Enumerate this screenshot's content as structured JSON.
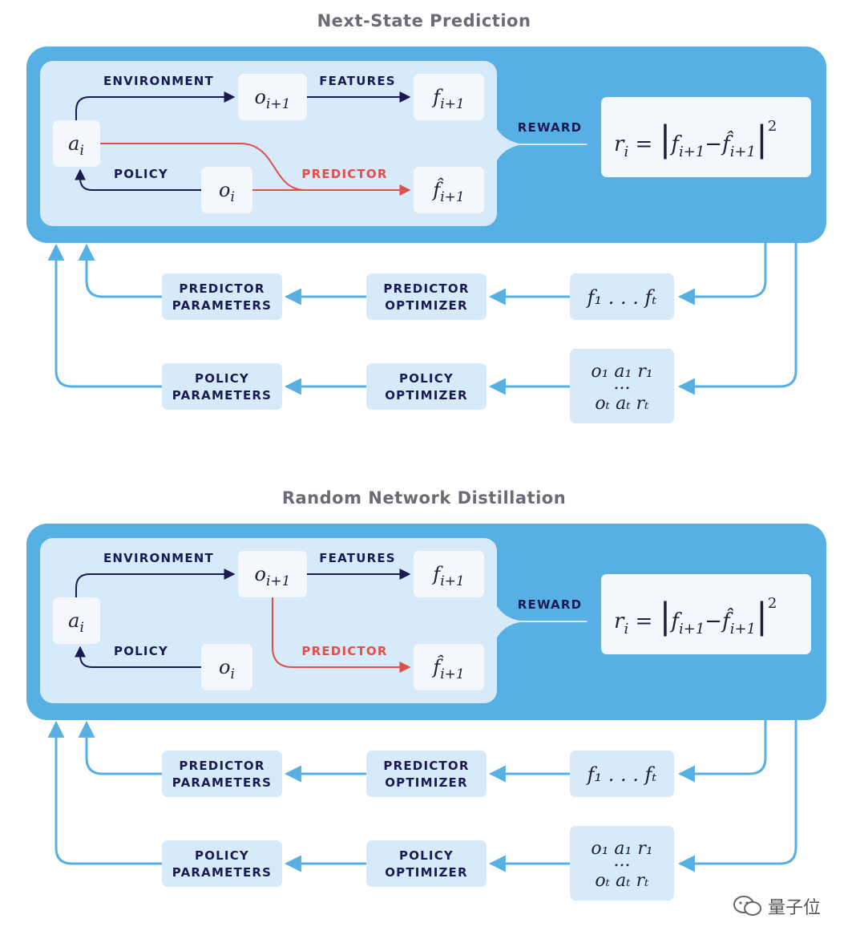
{
  "diagrams": [
    {
      "title": "Next-State Prediction",
      "labels": {
        "environment": "ENVIRONMENT",
        "features": "FEATURES",
        "policy": "POLICY",
        "predictor": "PREDICTOR",
        "reward": "REWARD"
      },
      "nodes": {
        "a": "a",
        "a_sub": "i",
        "o_next": "o",
        "o_next_sub": "i+1",
        "f_next": "f",
        "f_next_sub": "i+1",
        "o": "o",
        "o_sub": "i",
        "fhat": "f̂",
        "fhat_sub": "i+1"
      },
      "reward_formula": {
        "lhs": "r",
        "lhs_sub": "i",
        "eq": "=",
        "f": "f",
        "f_sub": "i+1",
        "minus": "−",
        "fhat": "f̂",
        "fhat_sub": "i+1",
        "power": "2"
      },
      "bottom": {
        "pred_params": [
          "PREDICTOR",
          "PARAMETERS"
        ],
        "pred_opt": [
          "PREDICTOR",
          "OPTIMIZER"
        ],
        "features_seq": "f₁ . . . fₜ",
        "pol_params": [
          "POLICY",
          "PARAMETERS"
        ],
        "pol_opt": [
          "POLICY",
          "OPTIMIZER"
        ],
        "traj_line1": "o₁ a₁ r₁",
        "traj_dots": "...",
        "traj_line2": "oₜ aₜ rₜ"
      },
      "predictor_input": "a and o"
    },
    {
      "title": "Random Network Distillation",
      "labels": {
        "environment": "ENVIRONMENT",
        "features": "FEATURES",
        "policy": "POLICY",
        "predictor": "PREDICTOR",
        "reward": "REWARD"
      },
      "nodes": {
        "a": "a",
        "a_sub": "i",
        "o_next": "o",
        "o_next_sub": "i+1",
        "f_next": "f",
        "f_next_sub": "i+1",
        "o": "o",
        "o_sub": "i",
        "fhat": "f̂",
        "fhat_sub": "i+1"
      },
      "reward_formula": {
        "lhs": "r",
        "lhs_sub": "i",
        "eq": "=",
        "f": "f",
        "f_sub": "i+1",
        "minus": "−",
        "fhat": "f̂",
        "fhat_sub": "i+1",
        "power": "2"
      },
      "bottom": {
        "pred_params": [
          "PREDICTOR",
          "PARAMETERS"
        ],
        "pred_opt": [
          "PREDICTOR",
          "OPTIMIZER"
        ],
        "features_seq": "f₁ . . . fₜ",
        "pol_params": [
          "POLICY",
          "PARAMETERS"
        ],
        "pol_opt": [
          "POLICY",
          "OPTIMIZER"
        ],
        "traj_line1": "o₁ a₁ r₁",
        "traj_dots": "...",
        "traj_line2": "oₜ aₜ rₜ"
      },
      "predictor_input": "o_next"
    }
  ],
  "watermark": "量子位",
  "colors": {
    "outer": "#56b0e4",
    "inner": "#d6eafa",
    "box": "#f4f8fc",
    "ink": "#1a1a52",
    "red": "#e0504a",
    "feedback": "#56b0e4"
  }
}
